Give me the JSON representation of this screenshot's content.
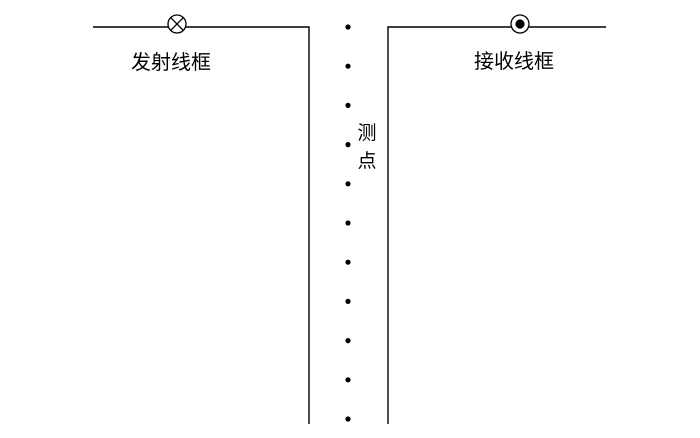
{
  "transmitter": {
    "label": "发射线框",
    "current_symbol": "current-into-page"
  },
  "receiver": {
    "label": "接收线框",
    "current_symbol": "current-out-of-page"
  },
  "measurement": {
    "label": "测点",
    "point_count": 11
  },
  "colors": {
    "line": "#000000",
    "background": "#ffffff"
  }
}
